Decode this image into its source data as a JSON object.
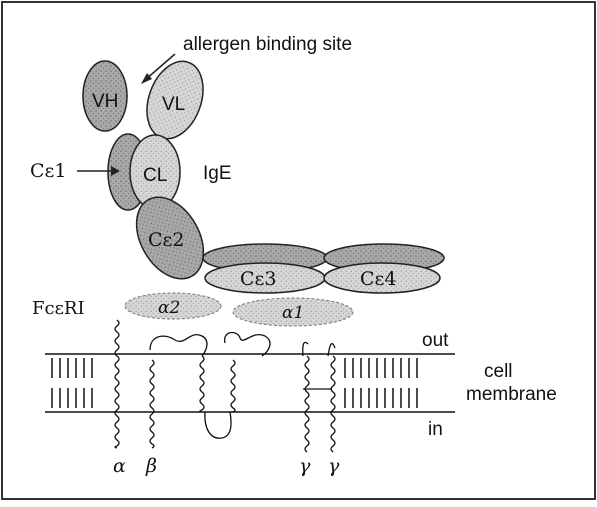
{
  "labels": {
    "allergen_binding_site": "allergen binding site",
    "ige": "IgE",
    "ce1": "Cε1",
    "vh": "VH",
    "vl": "VL",
    "cl": "CL",
    "ce2": "Cε2",
    "ce3": "Cε3",
    "ce4": "Cε4",
    "fceri": "FcεRI",
    "alpha2": "α2",
    "alpha1": "α1",
    "out": "out",
    "in": "in",
    "cell_membrane_line1": "cell",
    "cell_membrane_line2": "membrane",
    "alpha": "α",
    "beta": "β",
    "gamma_1": "γ",
    "gamma_2": "γ"
  },
  "colors": {
    "domain_fill": "#a9a9a9",
    "light_domain_fill": "#d2d2d2",
    "outline": "#222222",
    "border": "#333333"
  }
}
